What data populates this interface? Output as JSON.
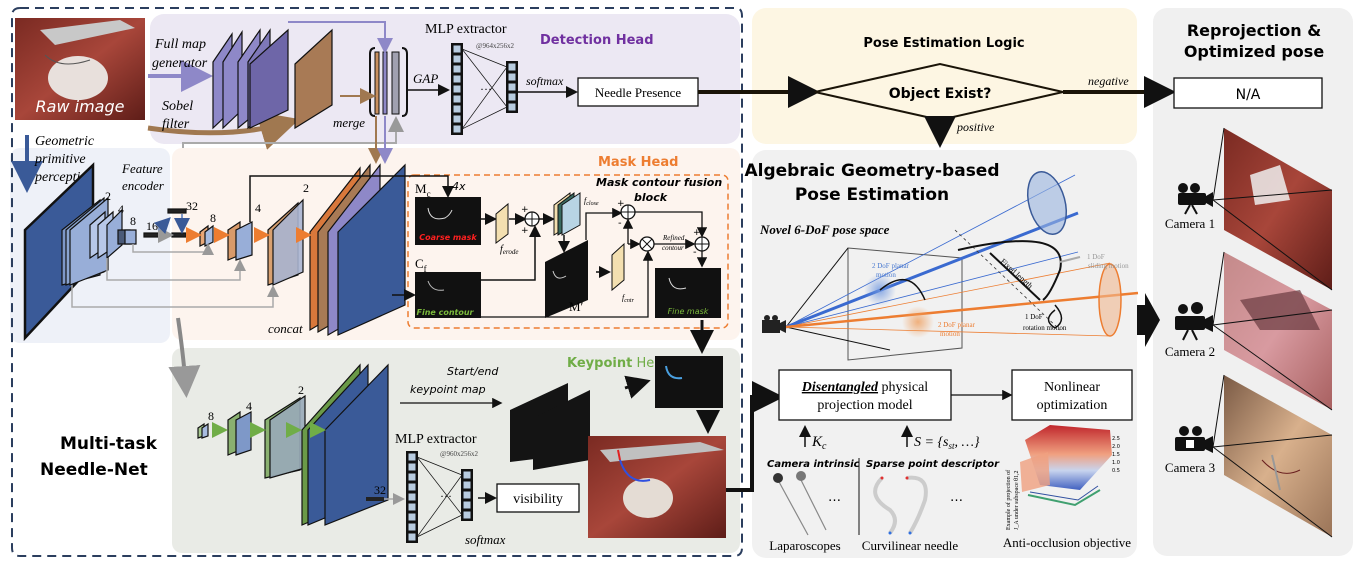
{
  "network": {
    "title_line1": "Multi-task",
    "title_line2": "Needle-Net",
    "raw_image_label": "Raw image",
    "full_map_gen_line1": "Full map",
    "full_map_gen_line2": "generator",
    "sobel_line1": "Sobel",
    "sobel_line2": "filter",
    "merge_label": "merge",
    "geo_line1": "Geometric",
    "geo_line2": "primitive",
    "geo_line3": "perception",
    "feature_enc_line1": "Feature",
    "feature_enc_line2": "encoder",
    "concat_label": "concat",
    "encoder_scales": [
      "2",
      "4",
      "8",
      "16",
      "32"
    ],
    "decoder_scales": [
      "8",
      "4",
      "2"
    ],
    "keypoint_scales": [
      "8",
      "4",
      "2"
    ],
    "keypoint_bottleneck": "32"
  },
  "detection_head": {
    "title": "Detection Head",
    "mlp_label": "MLP extractor",
    "mlp_dims": "@964x256x2",
    "gap_label": "GAP",
    "softmax_label": "softmax",
    "ellipsis": "···",
    "output_label": "Needle Presence"
  },
  "mask_head": {
    "title": "Mask Head",
    "block_title_line1": "Mask contour fusion",
    "block_title_line2": "block",
    "upsample_label": "4x",
    "mc_label": "M",
    "mc_sub": "c",
    "cf_label": "C",
    "cf_sub": "f",
    "coarse_mask_label": "Coarse mask",
    "fine_contour_label": "Fine contour",
    "fine_mask_label": "Fine mask",
    "m_prime_label": "M′",
    "f_erode": "f",
    "f_erode_sub": "erode",
    "f_close": "f",
    "f_close_sub": "close",
    "f_cntr": "f",
    "f_cntr_sub": "cntr",
    "refined_line1": "Refined",
    "refined_line2": "contour",
    "plus": "+",
    "minus": "-"
  },
  "keypoint_head": {
    "title_bold": "Keypoint",
    "title_rest": " Head",
    "map_line1": "Start/end",
    "map_line2": "keypoint map",
    "mlp_label": "MLP extractor",
    "mlp_dims": "@960x256x2",
    "softmax_label": "softmax",
    "ellipsis": "···",
    "output_label": "visibility"
  },
  "logic": {
    "title": "Pose Estimation Logic",
    "decision": "Object Exist?",
    "negative": "negative",
    "positive": "positive"
  },
  "pose_estimation": {
    "title_line1": "Algebraic Geometry-based",
    "title_line2": "Pose Estimation",
    "pose_space_label": "Novel 6-DoF pose space",
    "planar_blue_line1": "2 DoF planar",
    "planar_blue_line2": "motion",
    "planar_orange_line1": "2 DoF planar",
    "planar_orange_line2": "motion",
    "sliding_line1": "1 DoF",
    "sliding_line2": "sliding motion",
    "rotation_line1": "1 DoF",
    "rotation_line2": "rotation motion",
    "fixed_length": "Fixed length",
    "projection_model_bold": "Disentangled",
    "projection_model_rest": " physical",
    "projection_model_line2": "projection model",
    "optimization_line1": "Nonlinear",
    "optimization_line2": "optimization",
    "kc_label": "K",
    "kc_sub": "c",
    "s_label": "S = {s",
    "s_sub": "st",
    "s_rest": ", …}",
    "camera_intrinsic": "Camera intrinsic",
    "sparse_descriptor": "Sparse point descriptor",
    "laparoscopes": "Laparoscopes",
    "curvilinear_needle": "Curvilinear needle",
    "anti_occlusion": "Anti-occlusion objective",
    "plot_ylabel_line1": "Example of projection of",
    "plot_ylabel_line2": "J_A under subspace θ1,2",
    "plot_z_ticks": [
      "0.5",
      "1.0",
      "1.5",
      "2.0",
      "2.5"
    ],
    "ellipsis": "…"
  },
  "reprojection": {
    "title_line1": "Reprojection &",
    "title_line2": "Optimized pose",
    "na_label": "N/A",
    "cameras": [
      "Camera 1",
      "Camera 2",
      "Camera 3"
    ]
  },
  "colors": {
    "detection_bg": "#ece8f3",
    "mask_bg": "#fdf4ee",
    "keypoint_bg": "#e9ebe6",
    "encoder_bg": "#eef1f8",
    "logic_bg": "#fdf6e3",
    "pose_bg": "#f1f1f1",
    "reproj_bg": "#f0f0f0",
    "detection_title": "#7030a0",
    "mask_title": "#ed7d31",
    "keypoint_title": "#70ad47",
    "blue_layer": "#3a5a98",
    "purple_layer": "#8e88c8",
    "orange_layer": "#d9783b",
    "green_layer": "#6a9a48"
  }
}
